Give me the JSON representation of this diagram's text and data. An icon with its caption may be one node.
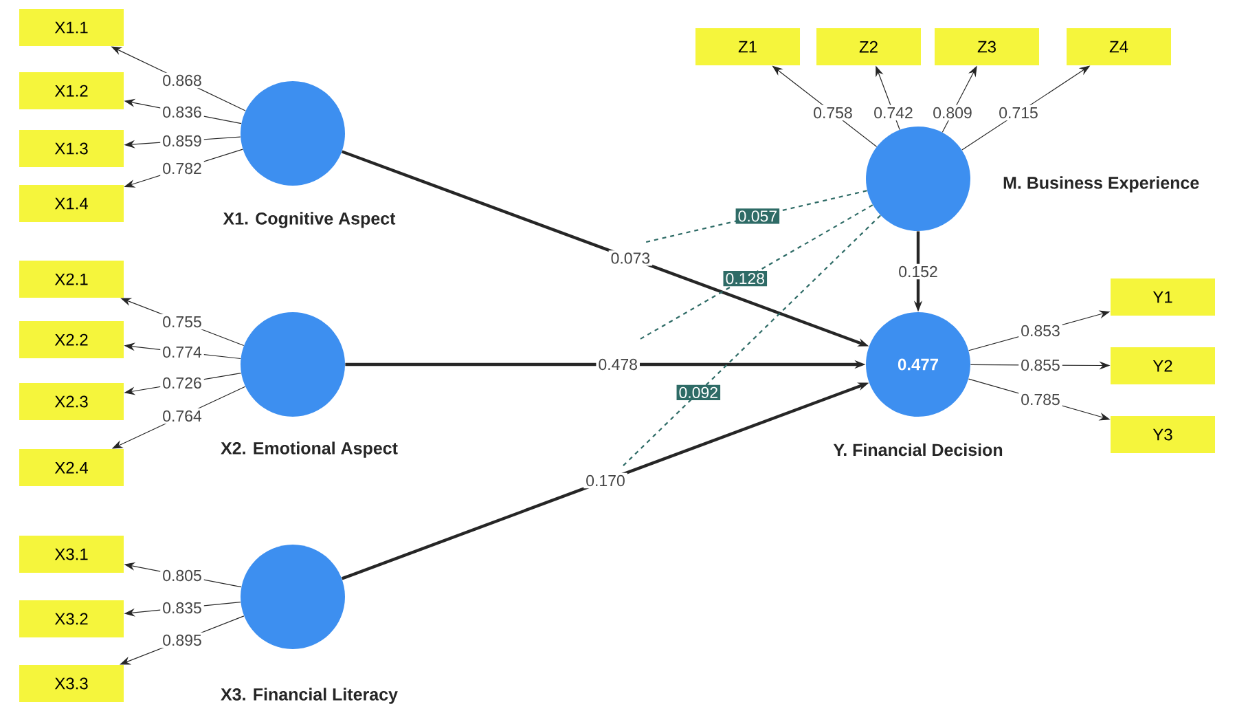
{
  "diagram": {
    "nodes": [
      {
        "text": [
          "X1.1"
        ]
      },
      {
        "text": [
          "X1.2"
        ]
      },
      {
        "text": [
          "X1.3"
        ]
      },
      {
        "text": [
          "X1.4"
        ]
      },
      {
        "text": [],
        "shape": "circle",
        "beside": [
          "X1. Cognitive Aspect"
        ]
      },
      {
        "text": [
          "X2.1"
        ]
      },
      {
        "text": [
          "X2.2"
        ]
      },
      {
        "text": [
          "X2.3"
        ]
      },
      {
        "text": [
          "X2.4"
        ]
      },
      {
        "text": [],
        "shape": "circle",
        "beside": [
          "X2. Emotional Aspect"
        ]
      },
      {
        "text": [
          "X3.1"
        ]
      },
      {
        "text": [
          "X3.2"
        ]
      },
      {
        "text": [
          "X3.3"
        ]
      },
      {
        "text": [],
        "shape": "circle",
        "beside": [
          "X3. Financial Literacy"
        ]
      },
      {
        "text": [
          "Z1"
        ]
      },
      {
        "text": [
          "Z2"
        ]
      },
      {
        "text": [
          "Z3"
        ]
      },
      {
        "text": [
          "Z4"
        ]
      },
      {
        "text": [],
        "shape": "circle",
        "beside": [
          "M. Business Experience"
        ]
      },
      {
        "text": [
          "0.477"
        ],
        "beside": [
          "Y. Financial Decision"
        ]
      },
      {
        "text": [
          "Y1"
        ]
      },
      {
        "text": [
          "Y2"
        ]
      },
      {
        "text": [
          "Y3"
        ]
      }
    ],
    "edges": [
      {
        "from": 4,
        "to": 0,
        "arrow": "to",
        "label": "0.868"
      },
      {
        "from": 4,
        "to": 1,
        "arrow": "to",
        "label": "0.836"
      },
      {
        "from": 4,
        "to": 2,
        "arrow": "to",
        "label": "0.859"
      },
      {
        "from": 4,
        "to": 3,
        "arrow": "to",
        "label": "0.782"
      },
      {
        "from": 9,
        "to": 5,
        "arrow": "to",
        "label": "0.755"
      },
      {
        "from": 9,
        "to": 6,
        "arrow": "to",
        "label": "0.774"
      },
      {
        "from": 9,
        "to": 7,
        "arrow": "to",
        "label": "0.726"
      },
      {
        "from": 9,
        "to": 8,
        "arrow": "to",
        "label": "0.764"
      },
      {
        "from": 13,
        "to": 10,
        "arrow": "to",
        "label": "0.805"
      },
      {
        "from": 13,
        "to": 11,
        "arrow": "to",
        "label": "0.835"
      },
      {
        "from": 13,
        "to": 12,
        "arrow": "to",
        "label": "0.895"
      },
      {
        "from": 18,
        "to": 14,
        "arrow": "to",
        "label": "0.758"
      },
      {
        "from": 18,
        "to": 15,
        "arrow": "to",
        "label": "0.742"
      },
      {
        "from": 18,
        "to": 16,
        "arrow": "to",
        "label": "0.809"
      },
      {
        "from": 18,
        "to": 17,
        "arrow": "to",
        "label": "0.715"
      },
      {
        "from": 19,
        "to": 20,
        "arrow": "to",
        "label": "0.853"
      },
      {
        "from": 19,
        "to": 21,
        "arrow": "to",
        "label": "0.855"
      },
      {
        "from": 19,
        "to": 22,
        "arrow": "to",
        "label": "0.785"
      },
      {
        "from": 4,
        "to": 19,
        "arrow": "to",
        "label": "0.073",
        "style": "thick"
      },
      {
        "from": 9,
        "to": 19,
        "arrow": "to",
        "label": "0.478",
        "style": "thick"
      },
      {
        "from": 13,
        "to": 19,
        "arrow": "to",
        "label": "0.170",
        "style": "thick"
      },
      {
        "from": 18,
        "to": 19,
        "arrow": "to",
        "label": "0.152",
        "style": "thick"
      },
      {
        "from": 18,
        "to": null,
        "arrow": "none",
        "label": "0.057",
        "style": "dashed",
        "color": "#2e6b66"
      },
      {
        "from": 18,
        "to": null,
        "arrow": "none",
        "label": "0.128",
        "style": "dashed",
        "color": "#2e6b66"
      },
      {
        "from": 18,
        "to": null,
        "arrow": "none",
        "label": "0.092",
        "style": "dashed",
        "color": "#2e6b66"
      }
    ]
  }
}
